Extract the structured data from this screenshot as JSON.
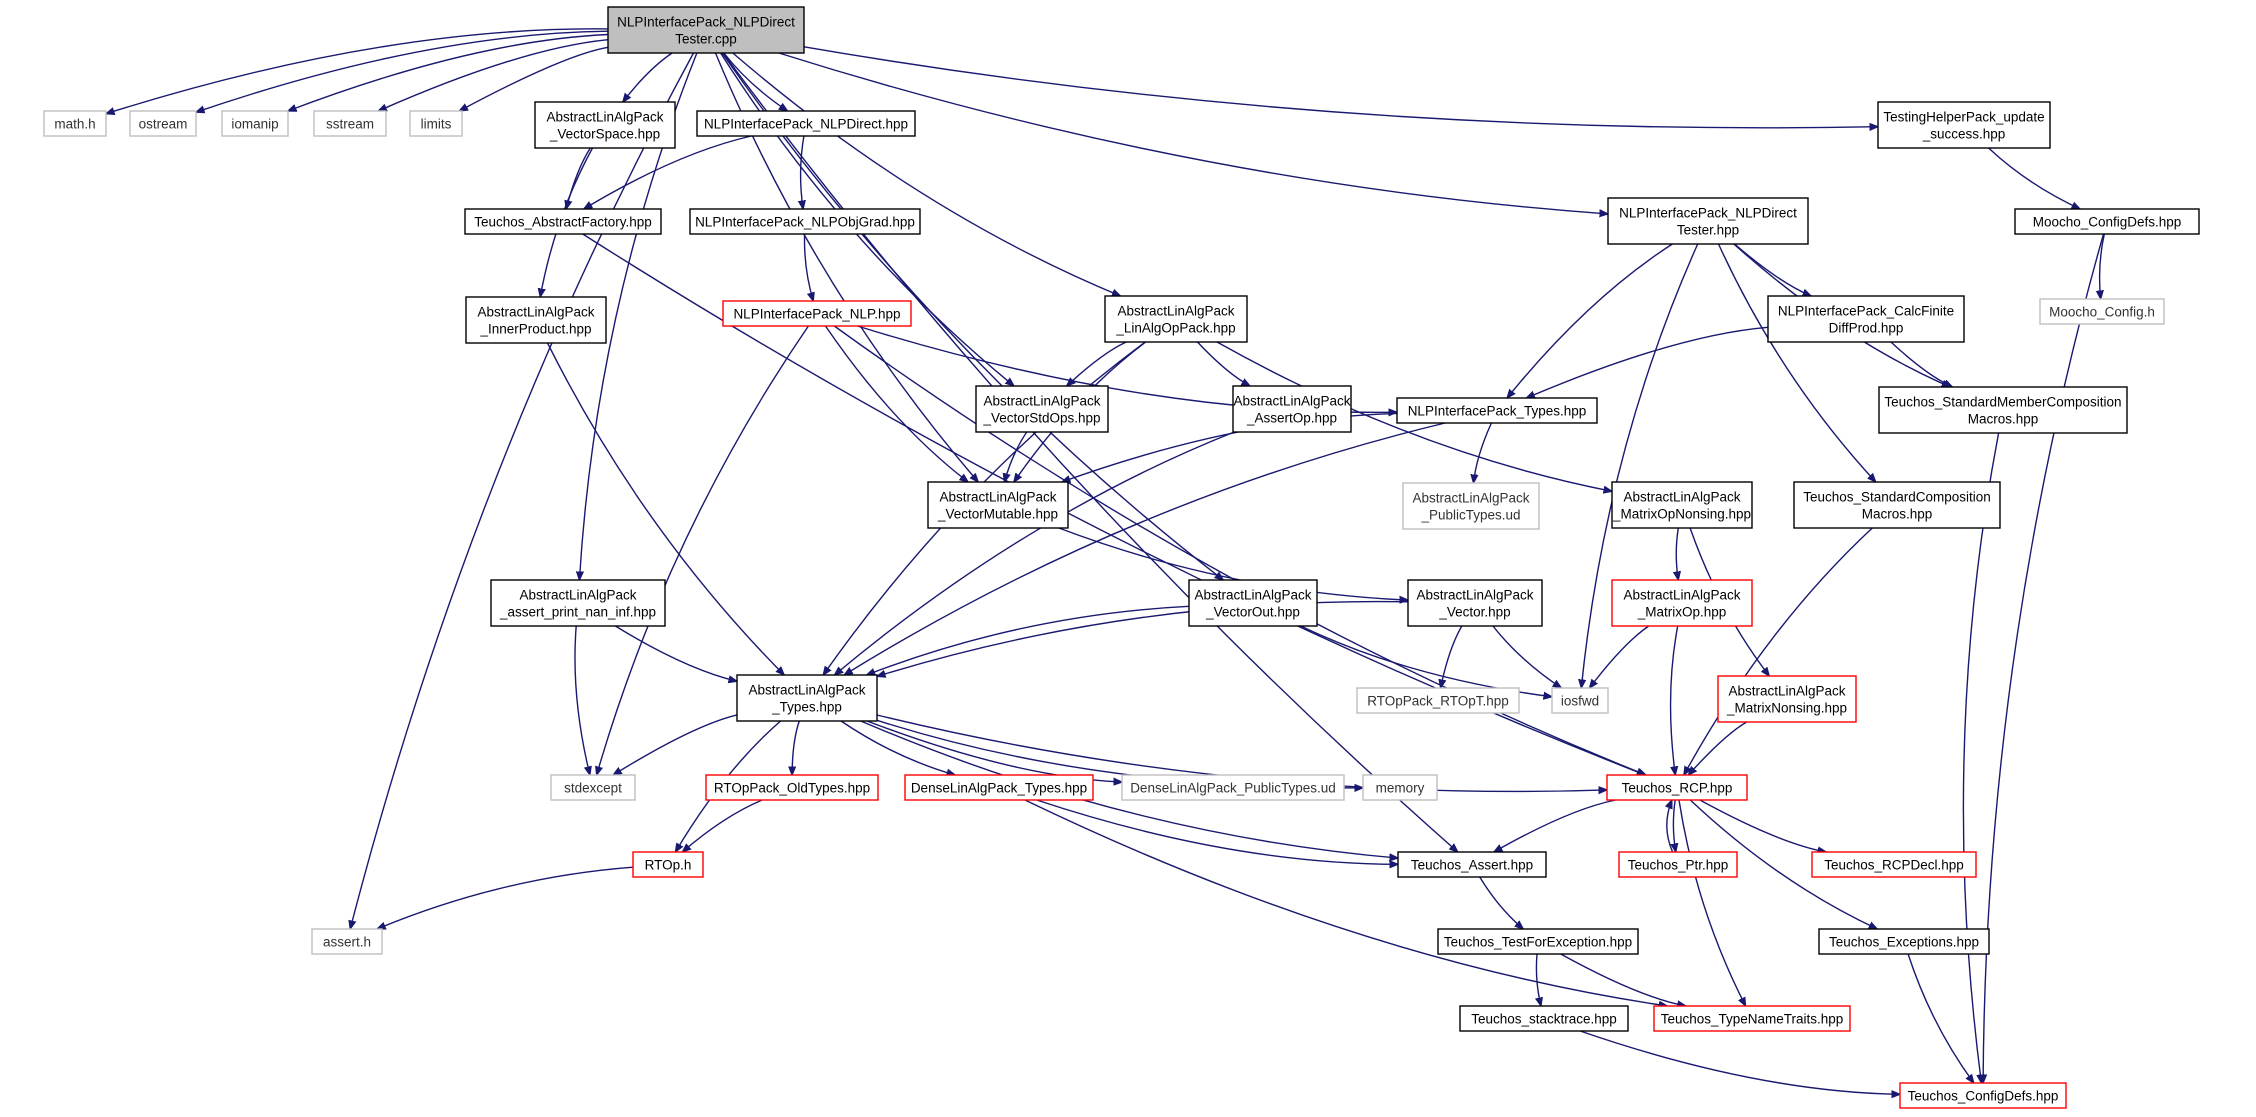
{
  "nodes": [
    {
      "id": "root",
      "lines": [
        "NLPInterfacePack_NLPDirect",
        "Tester.cpp"
      ],
      "style": "root"
    },
    {
      "id": "math",
      "lines": [
        "math.h"
      ],
      "style": "gray"
    },
    {
      "id": "ostream",
      "lines": [
        "ostream"
      ],
      "style": "gray"
    },
    {
      "id": "iomanip",
      "lines": [
        "iomanip"
      ],
      "style": "gray"
    },
    {
      "id": "sstream",
      "lines": [
        "sstream"
      ],
      "style": "gray"
    },
    {
      "id": "limits",
      "lines": [
        "limits"
      ],
      "style": "gray"
    },
    {
      "id": "vspace",
      "lines": [
        "AbstractLinAlgPack",
        "_VectorSpace.hpp"
      ],
      "style": "black"
    },
    {
      "id": "nlpdirect",
      "lines": [
        "NLPInterfacePack_NLPDirect.hpp"
      ],
      "style": "black"
    },
    {
      "id": "thu",
      "lines": [
        "TestingHelperPack_update",
        "_success.hpp"
      ],
      "style": "black"
    },
    {
      "id": "afactory",
      "lines": [
        "Teuchos_AbstractFactory.hpp"
      ],
      "style": "black"
    },
    {
      "id": "objgrad",
      "lines": [
        "NLPInterfacePack_NLPObjGrad.hpp"
      ],
      "style": "black"
    },
    {
      "id": "tester",
      "lines": [
        "NLPInterfacePack_NLPDirect",
        "Tester.hpp"
      ],
      "style": "black"
    },
    {
      "id": "mcdefs",
      "lines": [
        "Moocho_ConfigDefs.hpp"
      ],
      "style": "black"
    },
    {
      "id": "mconfig",
      "lines": [
        "Moocho_Config.h"
      ],
      "style": "gray"
    },
    {
      "id": "inner",
      "lines": [
        "AbstractLinAlgPack",
        "_InnerProduct.hpp"
      ],
      "style": "black"
    },
    {
      "id": "nlp",
      "lines": [
        "NLPInterfacePack_NLP.hpp"
      ],
      "style": "red"
    },
    {
      "id": "opPack",
      "lines": [
        "AbstractLinAlgPack",
        "_LinAlgOpPack.hpp"
      ],
      "style": "black"
    },
    {
      "id": "calcfd",
      "lines": [
        "NLPInterfacePack_CalcFinite",
        "DiffProd.hpp"
      ],
      "style": "black"
    },
    {
      "id": "smcm",
      "lines": [
        "Teuchos_StandardMemberComposition",
        "Macros.hpp"
      ],
      "style": "black"
    },
    {
      "id": "stdops",
      "lines": [
        "AbstractLinAlgPack",
        "_VectorStdOps.hpp"
      ],
      "style": "black"
    },
    {
      "id": "assertop",
      "lines": [
        "AbstractLinAlgPack",
        "_AssertOp.hpp"
      ],
      "style": "black"
    },
    {
      "id": "nlptypes",
      "lines": [
        "NLPInterfacePack_Types.hpp"
      ],
      "style": "black"
    },
    {
      "id": "vmut",
      "lines": [
        "AbstractLinAlgPack",
        "_VectorMutable.hpp"
      ],
      "style": "black"
    },
    {
      "id": "pubud",
      "lines": [
        "AbstractLinAlgPack",
        "_PublicTypes.ud"
      ],
      "style": "gray"
    },
    {
      "id": "mopnons",
      "lines": [
        "AbstractLinAlgPack",
        "_MatrixOpNonsing.hpp"
      ],
      "style": "black"
    },
    {
      "id": "scm",
      "lines": [
        "Teuchos_StandardComposition",
        "Macros.hpp"
      ],
      "style": "black"
    },
    {
      "id": "apni",
      "lines": [
        "AbstractLinAlgPack",
        "_assert_print_nan_inf.hpp"
      ],
      "style": "black"
    },
    {
      "id": "vout",
      "lines": [
        "AbstractLinAlgPack",
        "_VectorOut.hpp"
      ],
      "style": "black"
    },
    {
      "id": "vector",
      "lines": [
        "AbstractLinAlgPack",
        "_Vector.hpp"
      ],
      "style": "black"
    },
    {
      "id": "mop",
      "lines": [
        "AbstractLinAlgPack",
        "_MatrixOp.hpp"
      ],
      "style": "red"
    },
    {
      "id": "altypes",
      "lines": [
        "AbstractLinAlgPack",
        "_Types.hpp"
      ],
      "style": "black"
    },
    {
      "id": "roptt",
      "lines": [
        "RTOpPack_RTOpT.hpp"
      ],
      "style": "gray"
    },
    {
      "id": "iosfwd",
      "lines": [
        "iosfwd"
      ],
      "style": "gray"
    },
    {
      "id": "mnons",
      "lines": [
        "AbstractLinAlgPack",
        "_MatrixNonsing.hpp"
      ],
      "style": "red"
    },
    {
      "id": "stdexcept",
      "lines": [
        "stdexcept"
      ],
      "style": "gray"
    },
    {
      "id": "oldtypes",
      "lines": [
        "RTOpPack_OldTypes.hpp"
      ],
      "style": "red"
    },
    {
      "id": "dlptypes",
      "lines": [
        "DenseLinAlgPack_Types.hpp"
      ],
      "style": "red"
    },
    {
      "id": "dlppub",
      "lines": [
        "DenseLinAlgPack_PublicTypes.ud"
      ],
      "style": "gray"
    },
    {
      "id": "memory",
      "lines": [
        "memory"
      ],
      "style": "gray"
    },
    {
      "id": "rcp",
      "lines": [
        "Teuchos_RCP.hpp"
      ],
      "style": "red"
    },
    {
      "id": "rtoph",
      "lines": [
        "RTOp.h"
      ],
      "style": "red"
    },
    {
      "id": "tassert",
      "lines": [
        "Teuchos_Assert.hpp"
      ],
      "style": "black"
    },
    {
      "id": "ptr",
      "lines": [
        "Teuchos_Ptr.hpp"
      ],
      "style": "red"
    },
    {
      "id": "rcpdecl",
      "lines": [
        "Teuchos_RCPDecl.hpp"
      ],
      "style": "red"
    },
    {
      "id": "asserth",
      "lines": [
        "assert.h"
      ],
      "style": "gray"
    },
    {
      "id": "tfe",
      "lines": [
        "Teuchos_TestForException.hpp"
      ],
      "style": "black"
    },
    {
      "id": "texc",
      "lines": [
        "Teuchos_Exceptions.hpp"
      ],
      "style": "black"
    },
    {
      "id": "stack",
      "lines": [
        "Teuchos_stacktrace.hpp"
      ],
      "style": "black"
    },
    {
      "id": "tnt",
      "lines": [
        "Teuchos_TypeNameTraits.hpp"
      ],
      "style": "red"
    },
    {
      "id": "tcdefs",
      "lines": [
        "Teuchos_ConfigDefs.hpp"
      ],
      "style": "red"
    }
  ],
  "edges": [
    [
      "root",
      "math"
    ],
    [
      "root",
      "ostream"
    ],
    [
      "root",
      "iomanip"
    ],
    [
      "root",
      "sstream"
    ],
    [
      "root",
      "limits"
    ],
    [
      "root",
      "vspace"
    ],
    [
      "root",
      "nlpdirect"
    ],
    [
      "root",
      "thu"
    ],
    [
      "root",
      "tester"
    ],
    [
      "root",
      "asserth"
    ],
    [
      "root",
      "apni"
    ],
    [
      "root",
      "vmut"
    ],
    [
      "root",
      "stdops"
    ],
    [
      "root",
      "opPack"
    ],
    [
      "root",
      "vout"
    ],
    [
      "root",
      "tassert"
    ],
    [
      "vspace",
      "afactory"
    ],
    [
      "vspace",
      "inner"
    ],
    [
      "nlpdirect",
      "afactory"
    ],
    [
      "nlpdirect",
      "objgrad"
    ],
    [
      "objgrad",
      "nlp"
    ],
    [
      "thu",
      "mcdefs"
    ],
    [
      "mcdefs",
      "mconfig"
    ],
    [
      "mcdefs",
      "tcdefs"
    ],
    [
      "afactory",
      "rcp"
    ],
    [
      "inner",
      "altypes"
    ],
    [
      "nlp",
      "nlptypes"
    ],
    [
      "nlp",
      "vmut"
    ],
    [
      "nlp",
      "stdexcept"
    ],
    [
      "nlp",
      "rcp"
    ],
    [
      "tester",
      "nlptypes"
    ],
    [
      "tester",
      "calcfd"
    ],
    [
      "tester",
      "smcm"
    ],
    [
      "tester",
      "scm"
    ],
    [
      "tester",
      "iosfwd"
    ],
    [
      "calcfd",
      "nlptypes"
    ],
    [
      "calcfd",
      "smcm"
    ],
    [
      "smcm",
      "tcdefs"
    ],
    [
      "opPack",
      "stdops"
    ],
    [
      "opPack",
      "assertop"
    ],
    [
      "opPack",
      "vmut"
    ],
    [
      "opPack",
      "mopnons"
    ],
    [
      "opPack",
      "altypes"
    ],
    [
      "stdops",
      "vmut"
    ],
    [
      "assertop",
      "altypes"
    ],
    [
      "nlptypes",
      "vmut"
    ],
    [
      "nlptypes",
      "pubud"
    ],
    [
      "nlptypes",
      "altypes"
    ],
    [
      "vmut",
      "vector"
    ],
    [
      "mopnons",
      "mop"
    ],
    [
      "mopnons",
      "mnons"
    ],
    [
      "scm",
      "rcp"
    ],
    [
      "apni",
      "altypes"
    ],
    [
      "apni",
      "stdexcept"
    ],
    [
      "vout",
      "altypes"
    ],
    [
      "vout",
      "iosfwd"
    ],
    [
      "vector",
      "altypes"
    ],
    [
      "vector",
      "roptt"
    ],
    [
      "vector",
      "iosfwd"
    ],
    [
      "mop",
      "iosfwd"
    ],
    [
      "mop",
      "rcp"
    ],
    [
      "mnons",
      "rcp"
    ],
    [
      "altypes",
      "stdexcept"
    ],
    [
      "altypes",
      "oldtypes"
    ],
    [
      "altypes",
      "dlptypes"
    ],
    [
      "altypes",
      "dlppub"
    ],
    [
      "altypes",
      "memory"
    ],
    [
      "altypes",
      "rcp"
    ],
    [
      "altypes",
      "tassert"
    ],
    [
      "altypes",
      "rtoph"
    ],
    [
      "oldtypes",
      "rtoph"
    ],
    [
      "rtoph",
      "asserth"
    ],
    [
      "dlptypes",
      "tassert"
    ],
    [
      "dlptypes",
      "tnt"
    ],
    [
      "rcp",
      "tassert"
    ],
    [
      "rcp",
      "ptr"
    ],
    [
      "rcp",
      "rcpdecl"
    ],
    [
      "rcp",
      "texc"
    ],
    [
      "rcp",
      "tnt"
    ],
    [
      "ptr",
      "rcp"
    ],
    [
      "tassert",
      "tfe"
    ],
    [
      "tfe",
      "stack"
    ],
    [
      "tfe",
      "tnt"
    ],
    [
      "texc",
      "tcdefs"
    ],
    [
      "stack",
      "tcdefs"
    ]
  ]
}
